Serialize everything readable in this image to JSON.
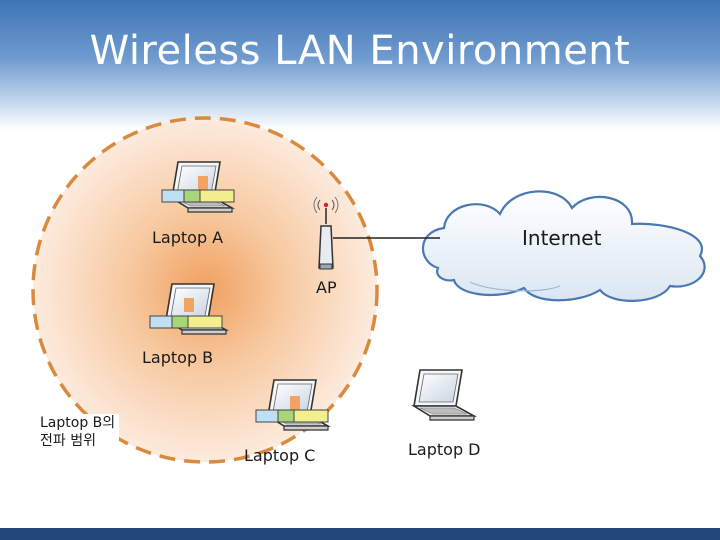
{
  "slide": {
    "title": "Wireless LAN Environment"
  },
  "diagram": {
    "nodes": {
      "laptop_a": "Laptop A",
      "laptop_b": "Laptop B",
      "laptop_c": "Laptop C",
      "laptop_d": "Laptop D",
      "access_point": "AP",
      "internet": "Internet"
    },
    "coverage_label": "Laptop B의\n전파 범위"
  },
  "colors": {
    "header_blue": "#3f74b6",
    "footer_navy": "#24477a",
    "coverage_border": "#d98a3c",
    "coverage_core": "#f0a060",
    "cloud_fill": "#e6eef7",
    "cloud_stroke": "#4a78b0"
  }
}
